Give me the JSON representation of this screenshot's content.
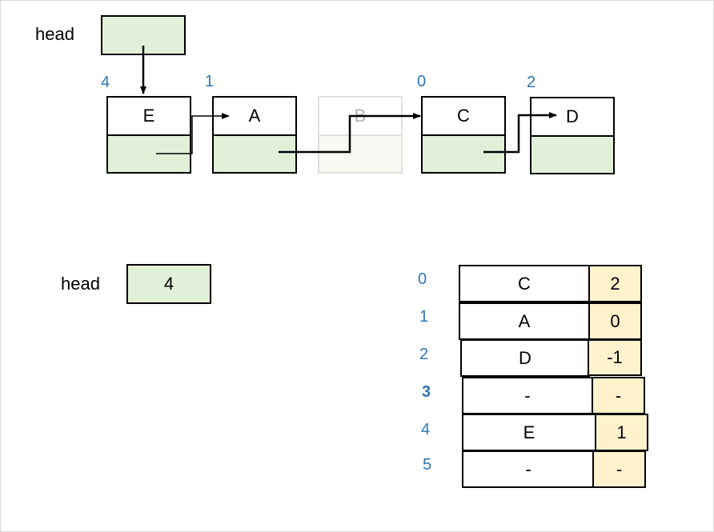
{
  "linked_list": {
    "head_label": "head",
    "nodes": [
      {
        "value": "E",
        "index": "4"
      },
      {
        "value": "A",
        "index": "1"
      },
      {
        "value": "B",
        "index": ""
      },
      {
        "value": "C",
        "index": "0"
      },
      {
        "value": "D",
        "index": "2"
      }
    ]
  },
  "array_list": {
    "head_label": "head",
    "head_value": "4",
    "rows": [
      {
        "index": "0",
        "data": "C",
        "next": "2"
      },
      {
        "index": "1",
        "data": "A",
        "next": "0"
      },
      {
        "index": "2",
        "data": "D",
        "next": "-1"
      },
      {
        "index": "3",
        "data": "-",
        "next": "-"
      },
      {
        "index": "4",
        "data": "E",
        "next": "1"
      },
      {
        "index": "5",
        "data": "-",
        "next": "-"
      }
    ]
  },
  "colors": {
    "pointer_fill": "#e2f0d9",
    "next_fill": "#fff2cc",
    "index_text": "#2e75b6"
  }
}
